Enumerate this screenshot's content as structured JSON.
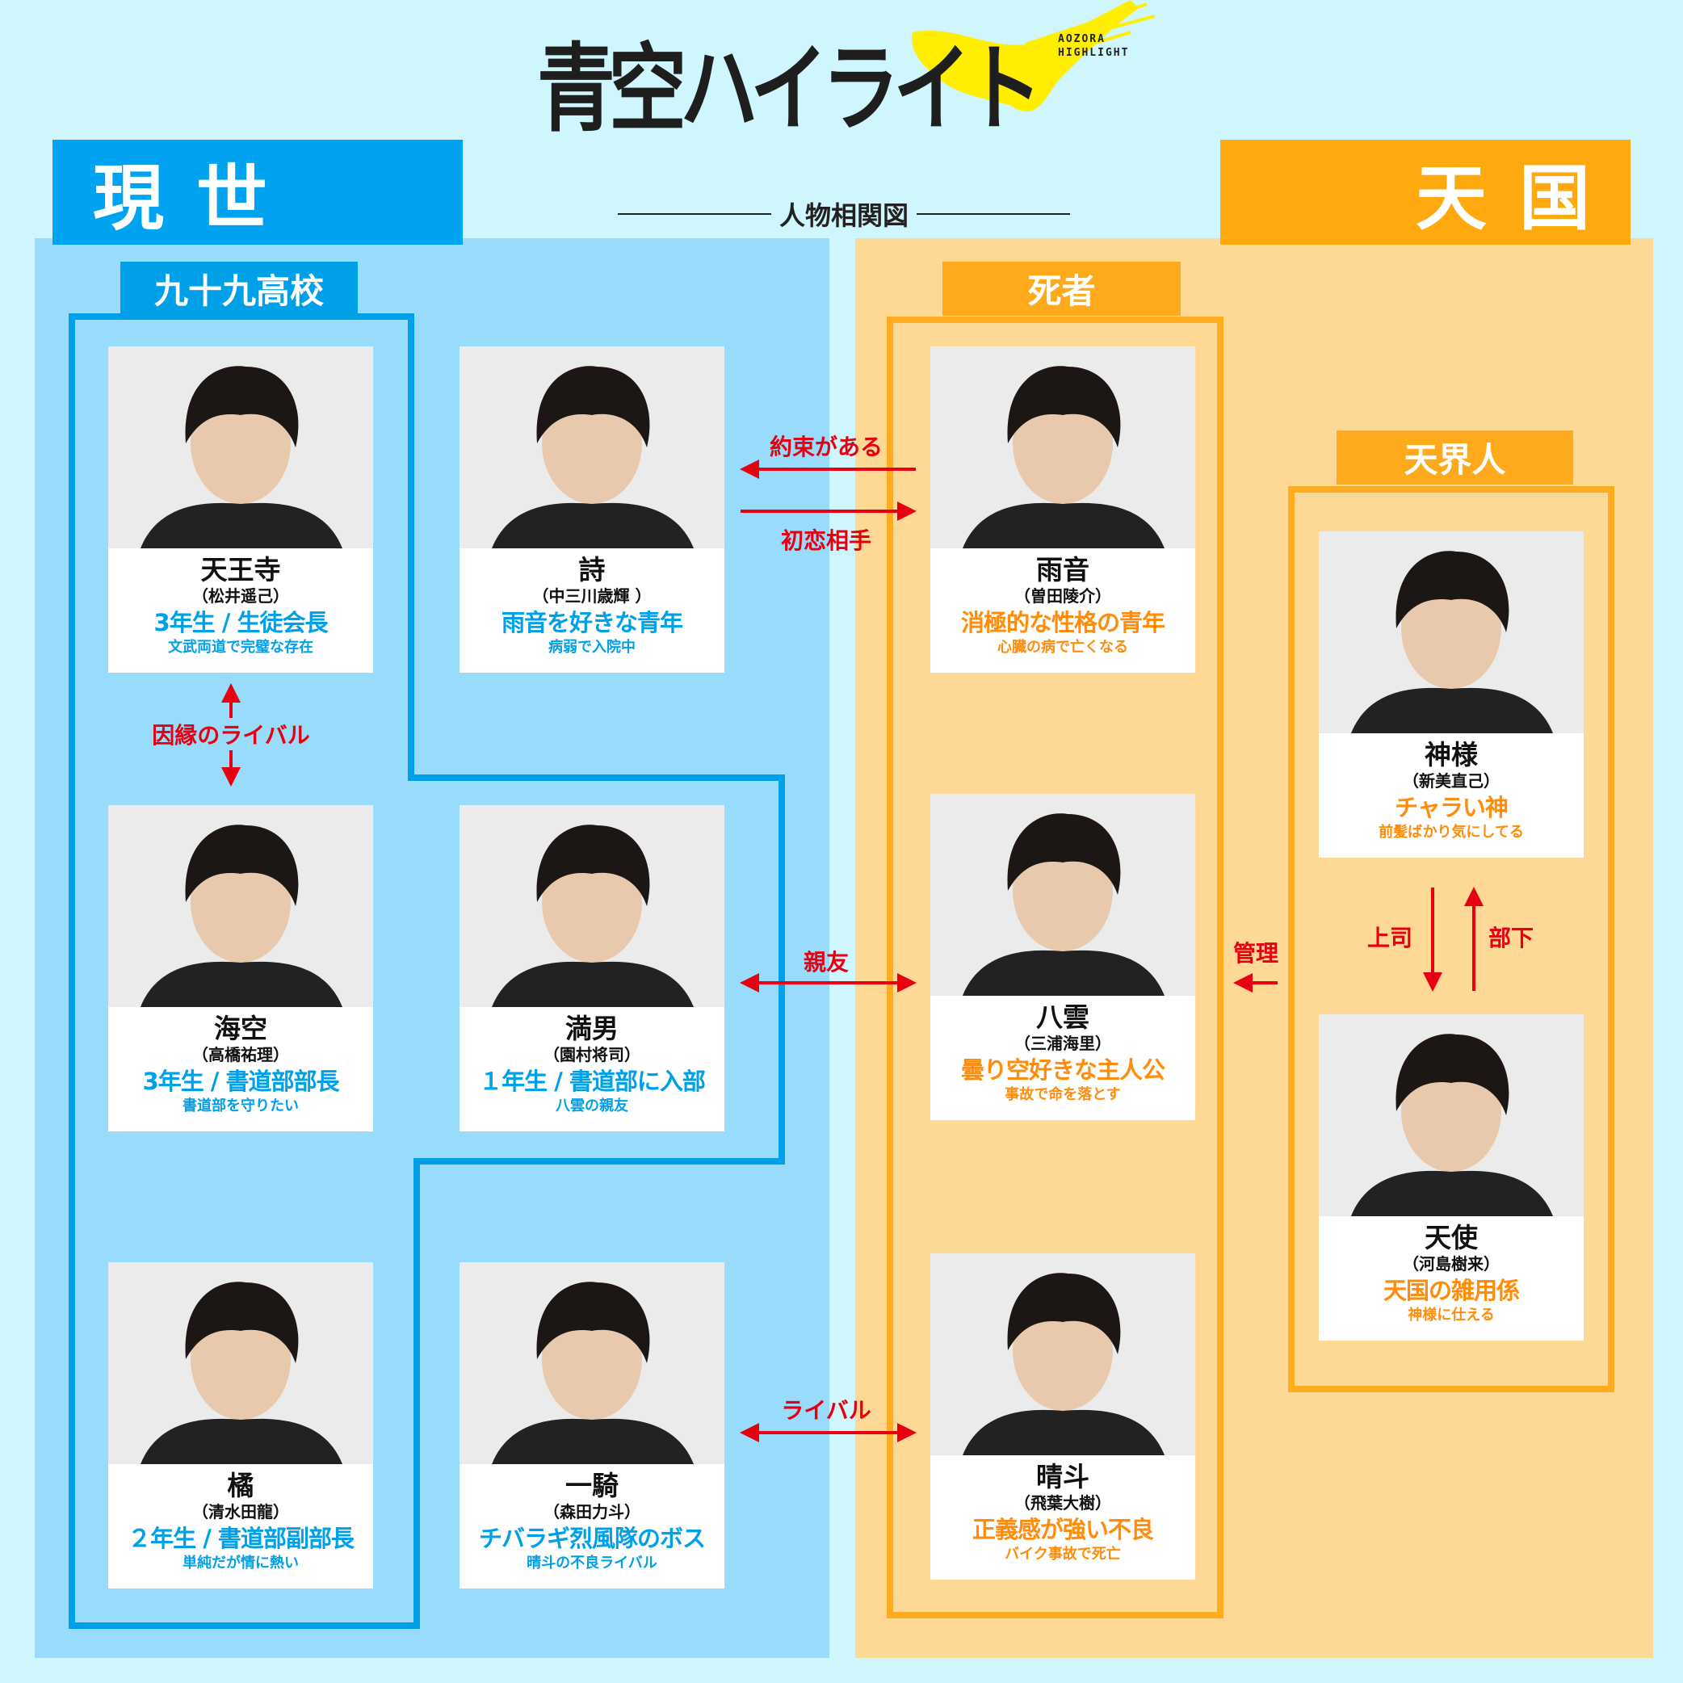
{
  "title": {
    "logo": "青空ハイライト",
    "english_line1": "AOZORA",
    "english_line2": "HIGHLIGHT",
    "subtitle": "人物相関図"
  },
  "sections": {
    "present": "現世",
    "heaven": "天国",
    "school": "九十九高校",
    "dead": "死者",
    "heavenly": "天界人"
  },
  "colors": {
    "blue": "#00a0e9",
    "orange": "#ffa90f",
    "red": "#e60012"
  },
  "characters": [
    {
      "name": "天王寺",
      "actor": "（松井遥己）",
      "role": "3年生 / 生徒会長",
      "desc": "文武両道で完璧な存在",
      "color": "blue"
    },
    {
      "name": "詩",
      "actor": "（中三川歳輝 ）",
      "role": "雨音を好きな青年",
      "desc": "病弱で入院中",
      "color": "blue"
    },
    {
      "name": "海空",
      "actor": "（高橋祐理）",
      "role": "3年生 / 書道部部長",
      "desc": "書道部を守りたい",
      "color": "blue"
    },
    {
      "name": "満男",
      "actor": "（園村将司）",
      "role": "１年生 / 書道部に入部",
      "desc": "八雲の親友",
      "color": "blue"
    },
    {
      "name": "橘",
      "actor": "（清水田龍）",
      "role": "２年生 / 書道部副部長",
      "desc": "単純だが情に熱い",
      "color": "blue"
    },
    {
      "name": "一騎",
      "actor": "（森田力斗）",
      "role": "チバラギ烈風隊のボス",
      "desc": "晴斗の不良ライバル",
      "color": "blue"
    },
    {
      "name": "雨音",
      "actor": "（曽田陵介）",
      "role": "消極的な性格の青年",
      "desc": "心臓の病で亡くなる",
      "color": "orange"
    },
    {
      "name": "八雲",
      "actor": "（三浦海里）",
      "role": "曇り空好きな主人公",
      "desc": "事故で命を落とす",
      "color": "orange"
    },
    {
      "name": "晴斗",
      "actor": "（飛葉大樹）",
      "role": "正義感が強い不良",
      "desc": "バイク事故で死亡",
      "color": "orange"
    },
    {
      "name": "神様",
      "actor": "（新美直己）",
      "role": "チャラい神",
      "desc": "前髪ばかり気にしてる",
      "color": "orange"
    },
    {
      "name": "天使",
      "actor": "（河島樹来）",
      "role": "天国の雑用係",
      "desc": "神様に仕える",
      "color": "orange"
    }
  ],
  "relations": {
    "promise": "約束がある",
    "first_love": "初恋相手",
    "rival_fate": "因縁のライバル",
    "best_friend": "親友",
    "rival": "ライバル",
    "manage": "管理",
    "boss": "上司",
    "subordinate": "部下"
  }
}
